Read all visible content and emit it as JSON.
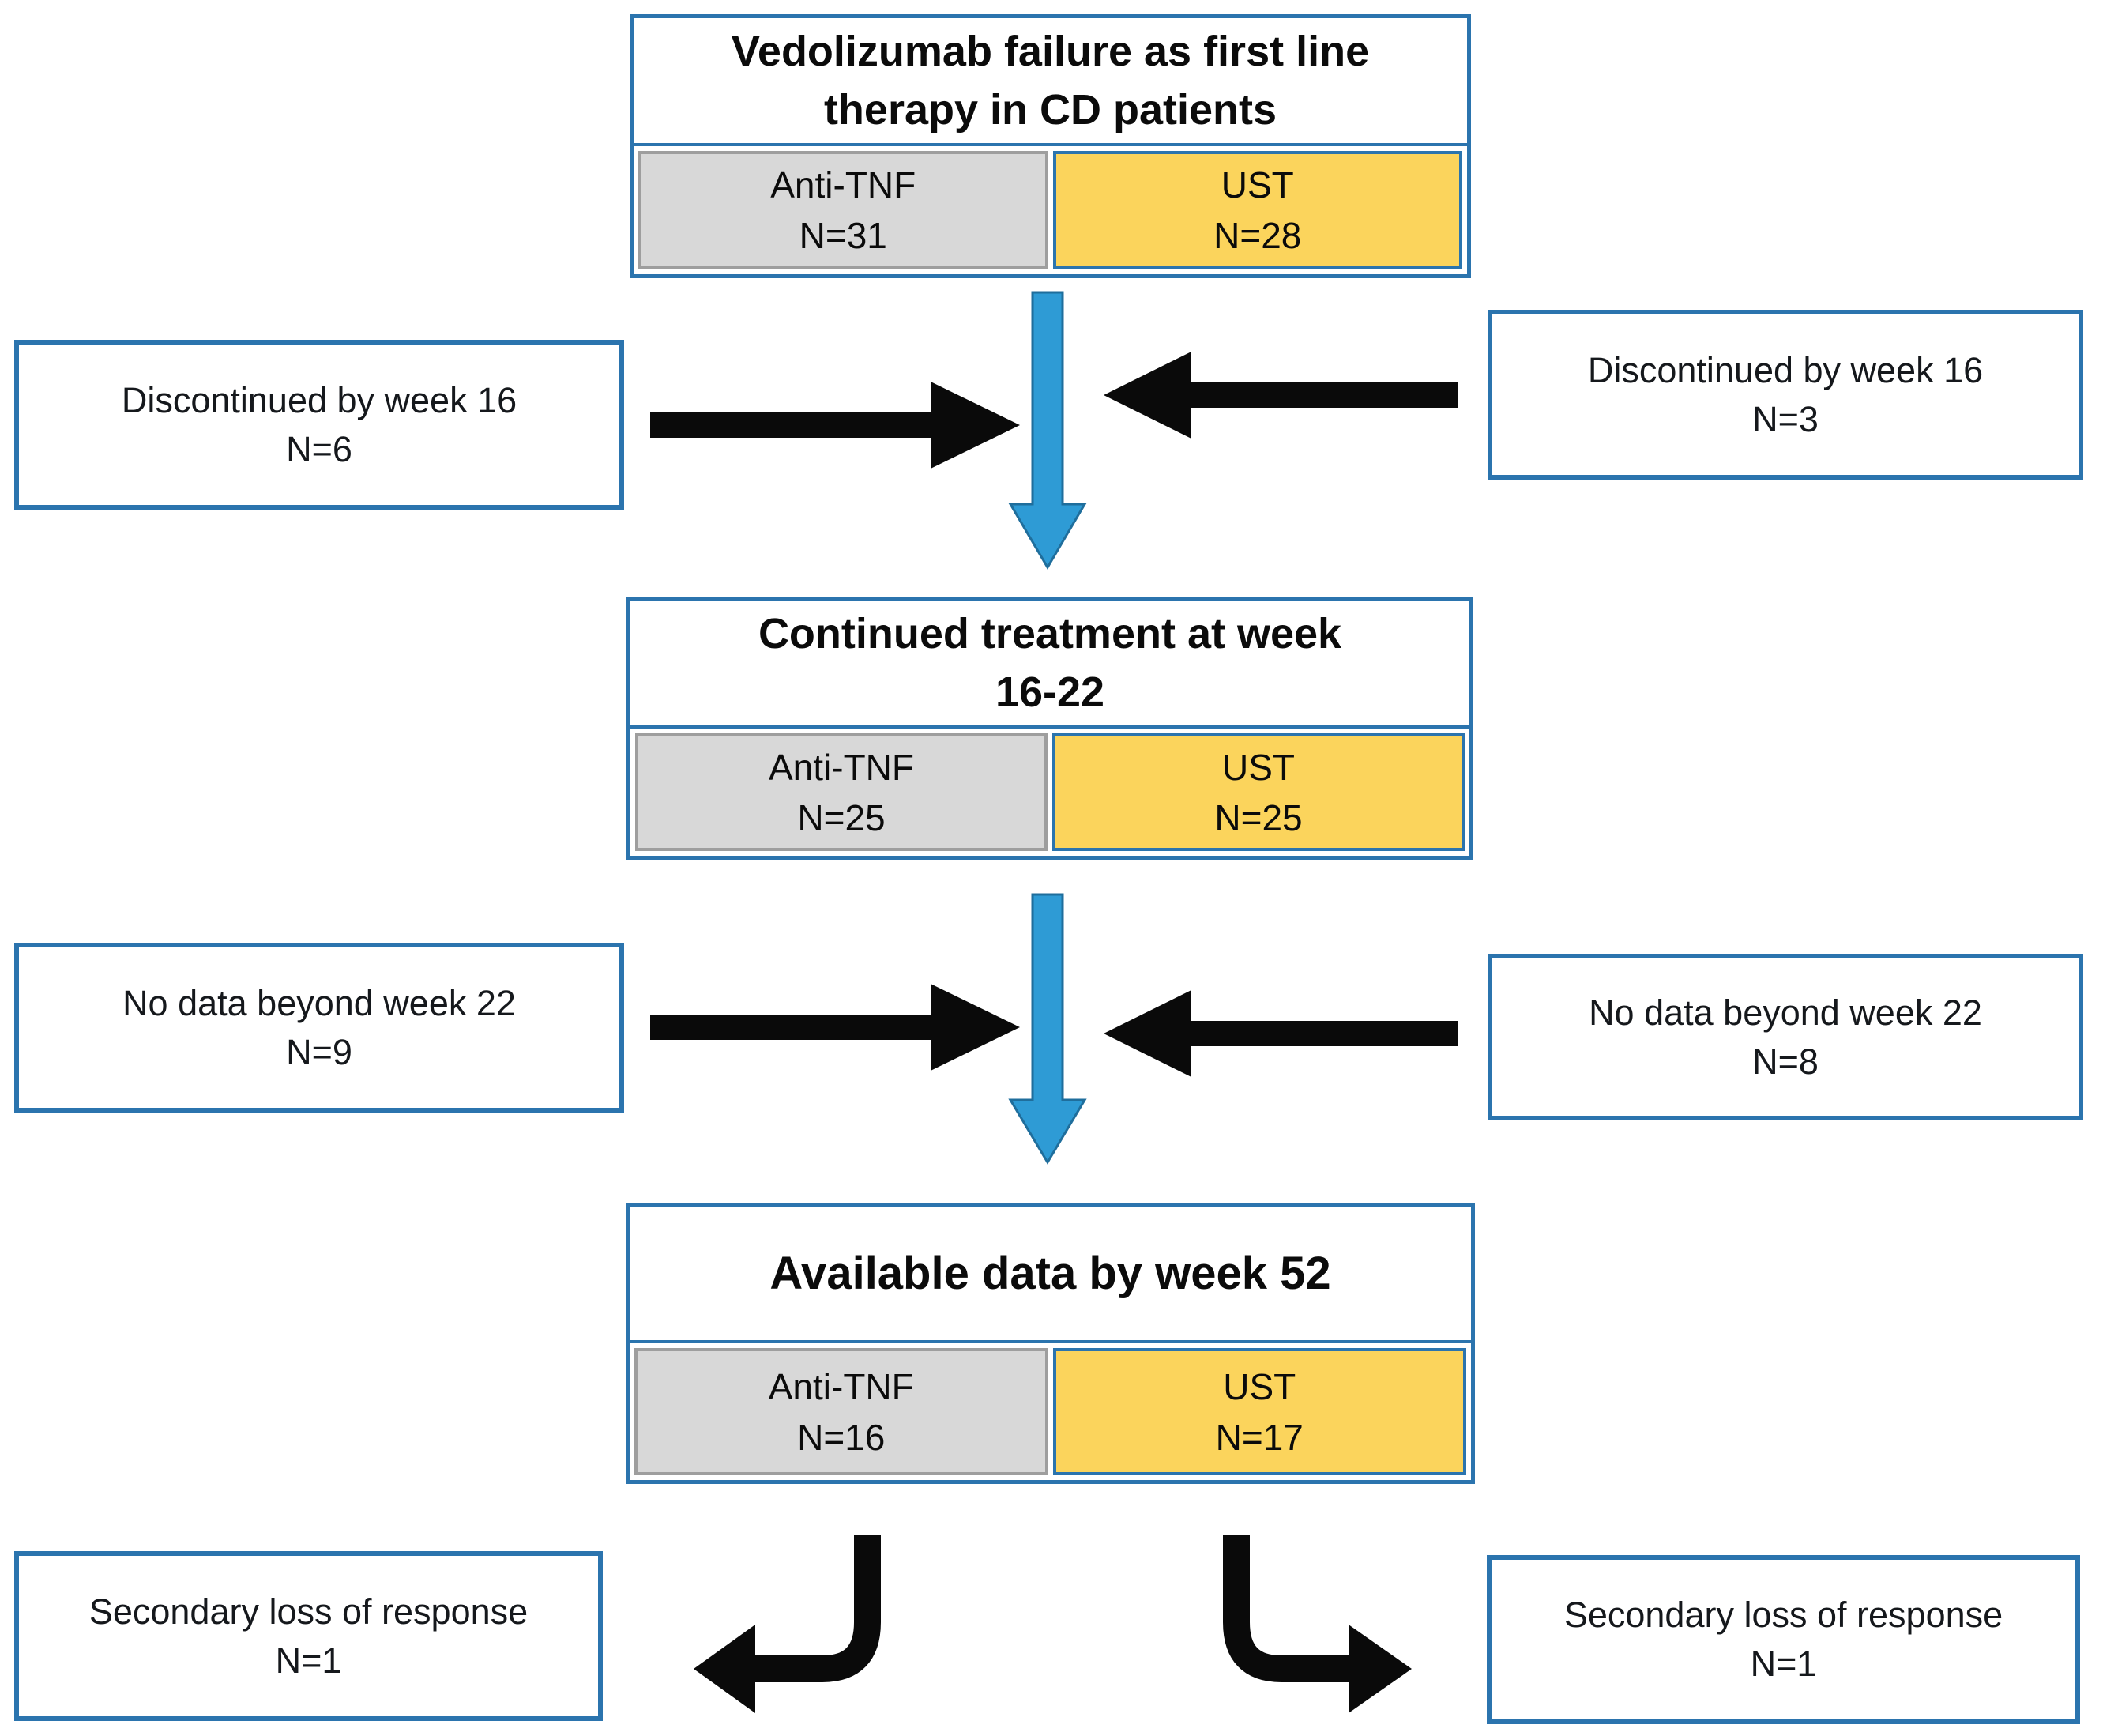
{
  "figure": {
    "type": "patient-flow-diagram",
    "description_elements": {
      "down_arrow_icon": "blue-down-arrow",
      "right_arrow_icon": "black-right-arrow",
      "left_arrow_icon": "black-left-arrow",
      "curved_left_arrow_icon": "black-curved-down-left-arrow",
      "curved_right_arrow_icon": "black-curved-down-right-arrow"
    }
  },
  "colors": {
    "box_border": "#2B74AE",
    "gray_cell": "#D8D8D8",
    "gray_cell_border": "#9E9E9E",
    "yellow_cell": "#FBD45C",
    "blue_arrow": "#2E9BD5",
    "blue_arrow_border": "#1F6E9C",
    "black_arrow": "#0A0A0A"
  },
  "stages": [
    {
      "title_lines": [
        "Vedolizumab failure as first line",
        "therapy in CD patients"
      ],
      "anti_tnf": {
        "label": "Anti-TNF",
        "n": "N=31"
      },
      "ust": {
        "label": "UST",
        "n": "N=28"
      }
    },
    {
      "title_lines": [
        "Continued treatment at week",
        "16-22"
      ],
      "anti_tnf": {
        "label": "Anti-TNF",
        "n": "N=25"
      },
      "ust": {
        "label": "UST",
        "n": "N=25"
      }
    },
    {
      "title_lines": [
        "Available data by week 52"
      ],
      "anti_tnf": {
        "label": "Anti-TNF",
        "n": "N=16"
      },
      "ust": {
        "label": "UST",
        "n": "N=17"
      }
    }
  ],
  "side_notes": {
    "row1_left": {
      "text": "Discontinued by week 16",
      "n": "N=6"
    },
    "row1_right": {
      "text": "Discontinued by week 16",
      "n": "N=3"
    },
    "row2_left": {
      "text": "No data beyond week 22",
      "n": "N=9"
    },
    "row2_right": {
      "text": "No data beyond week 22",
      "n": "N=8"
    },
    "row3_left": {
      "text": "Secondary loss of response",
      "n": "N=1"
    },
    "row3_right": {
      "text": "Secondary loss of response",
      "n": "N=1"
    }
  }
}
